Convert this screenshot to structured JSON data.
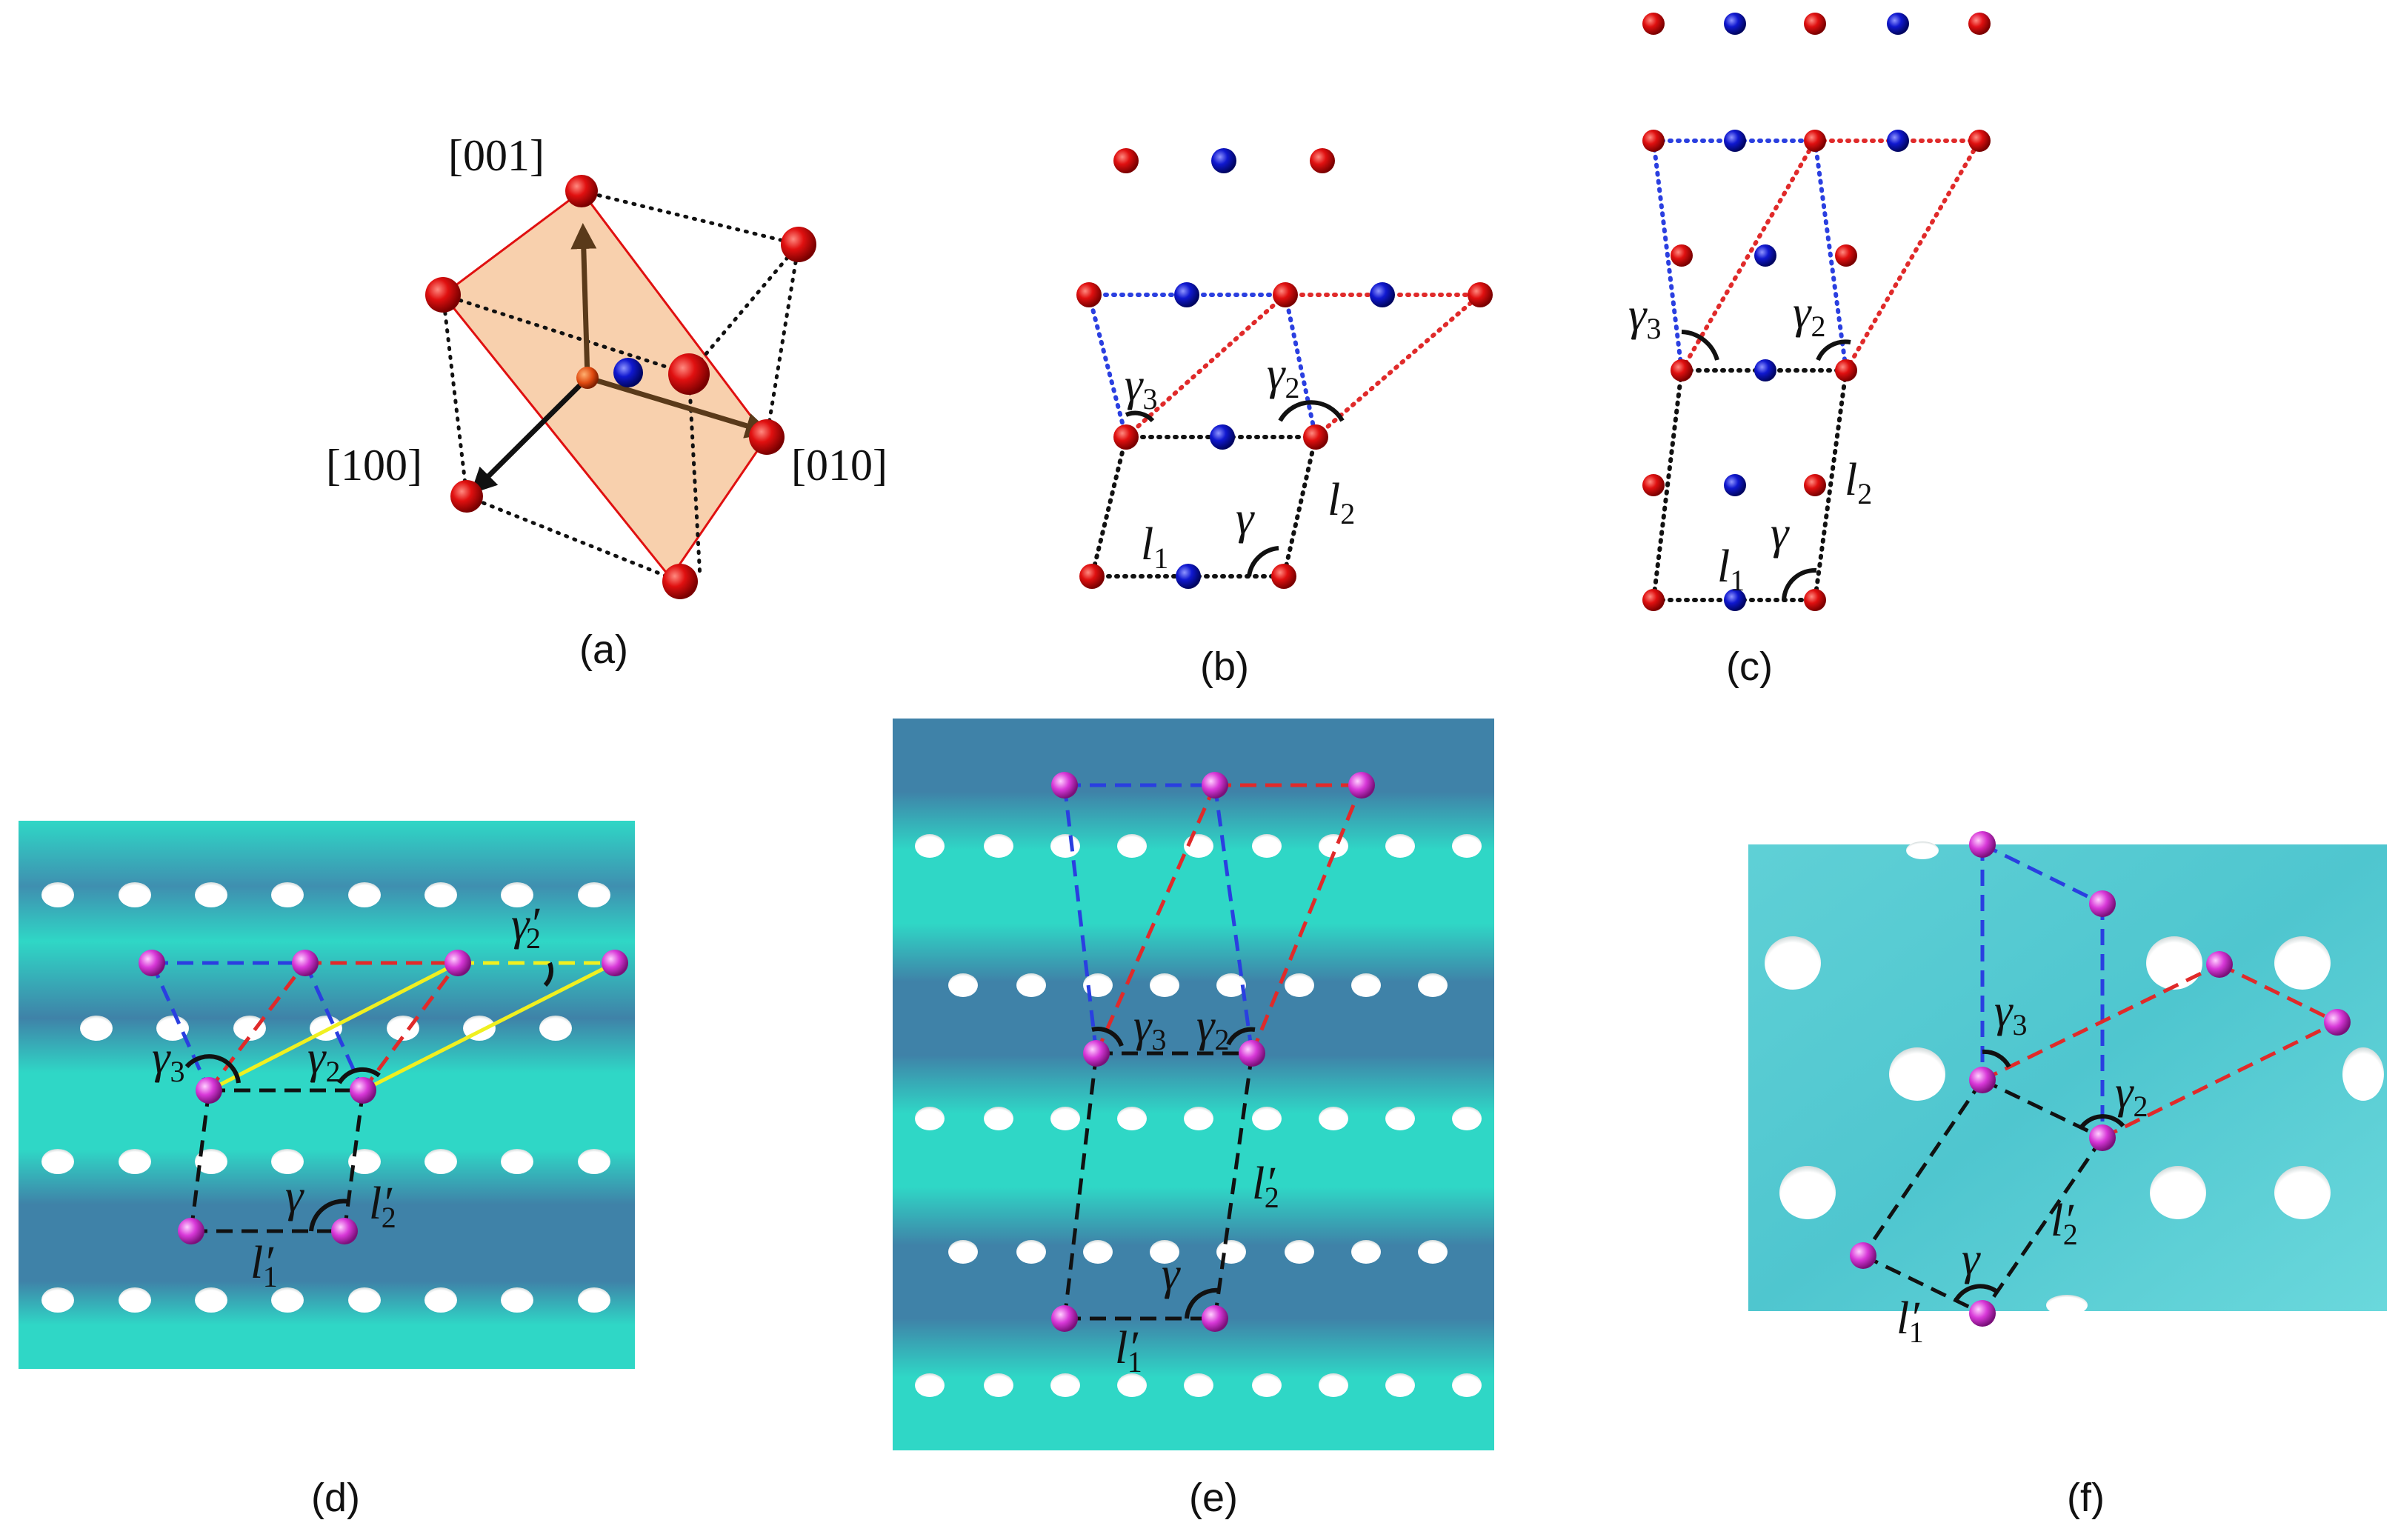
{
  "colors": {
    "atom_red": "#e01010",
    "atom_blue": "#1018d0",
    "atom_magenta": "#d838d8",
    "plane_fill": "#f7c89f",
    "bond_black": "#111111",
    "bond_blue": "#2a3fe0",
    "bond_red": "#e02a2a",
    "bond_yellow": "#f0f020",
    "surface_cyan": "#2fd7c6",
    "surface_dark": "#3f82a8",
    "surface_light": "#5fd6dc"
  },
  "icons": [
    "atom-sphere-icon",
    "direction-arrow-icon",
    "angle-arc-icon"
  ],
  "panels": {
    "a": {
      "caption": "(a)",
      "direction_001": "[001]",
      "direction_100": "[100]",
      "direction_010": "[010]"
    },
    "b": {
      "caption": "(b)",
      "gamma": "γ",
      "gamma2": "γ",
      "gamma2_sub": "2",
      "gamma3": "γ",
      "gamma3_sub": "3",
      "l1": "l",
      "l1_sub": "1",
      "l2": "l",
      "l2_sub": "2"
    },
    "c": {
      "caption": "(c)",
      "gamma": "γ",
      "gamma2": "γ",
      "gamma2_sub": "2",
      "gamma3": "γ",
      "gamma3_sub": "3",
      "l1": "l",
      "l1_sub": "1",
      "l2": "l",
      "l2_sub": "2"
    },
    "d": {
      "caption": "(d)",
      "gamma": "γ",
      "gamma2": "γ",
      "gamma2_sub": "2",
      "gamma3": "γ",
      "gamma3_sub": "3",
      "gamma2_prime": "γ",
      "gamma2_prime_sub": "2",
      "prime": "′",
      "l1": "l",
      "l1_sub": "1",
      "l2": "l",
      "l2_sub": "2"
    },
    "e": {
      "caption": "(e)",
      "gamma": "γ",
      "gamma2": "γ",
      "gamma2_sub": "2",
      "gamma3": "γ",
      "gamma3_sub": "3",
      "prime": "′",
      "l1": "l",
      "l1_sub": "1",
      "l2": "l",
      "l2_sub": "2"
    },
    "f": {
      "caption": "(f)",
      "gamma": "γ",
      "gamma2": "γ",
      "gamma2_sub": "2",
      "gamma3": "γ",
      "gamma3_sub": "3",
      "prime": "′",
      "l1": "l",
      "l1_sub": "1",
      "l2": "l",
      "l2_sub": "2"
    }
  }
}
